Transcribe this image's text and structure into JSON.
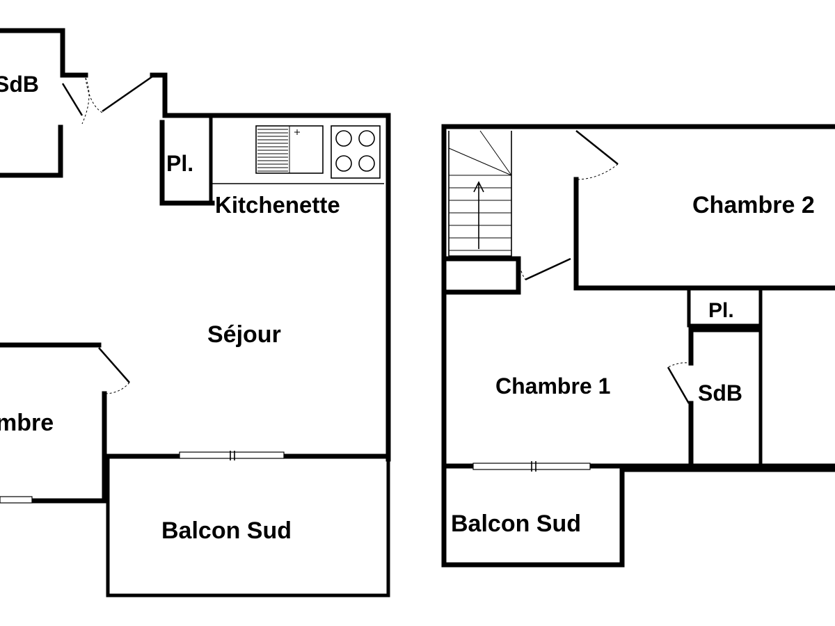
{
  "plan": {
    "rooms": {
      "sdb_top_left": "SdB",
      "placard_left": "Pl.",
      "kitchenette": "Kitchenette",
      "sejour": "Séjour",
      "chambre_left": "mbre",
      "balcon_left": "Balcon Sud",
      "chambre_1": "Chambre 1",
      "chambre_2": "Chambre 2",
      "placard_right": "Pl.",
      "sdb_right": "SdB",
      "balcon_right": "Balcon Sud"
    }
  }
}
